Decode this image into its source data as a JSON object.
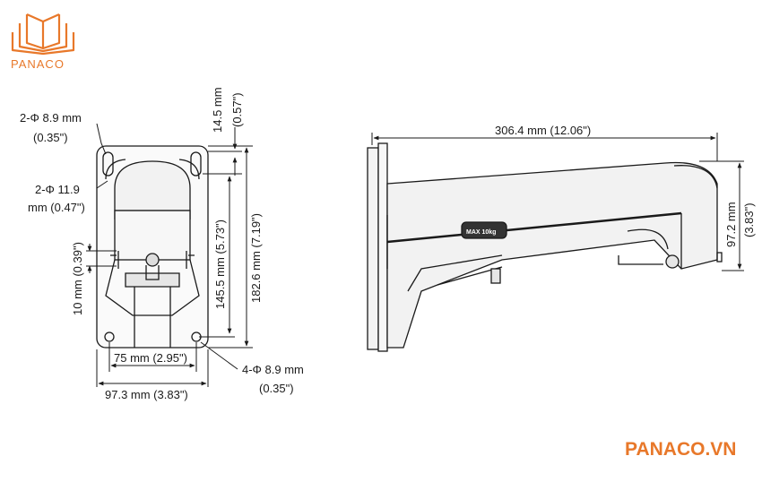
{
  "brand": {
    "logo_text": "PANACO",
    "site_text": "PANACO.VN",
    "color": "#E8782A"
  },
  "colors": {
    "line": "#1a1a1a",
    "fill": "#f2f2f2",
    "dark": "#555555"
  },
  "icons": [
    "book-logo-icon"
  ],
  "front_view": {
    "dims": {
      "top_hole_dia": "2-Φ 8.9 mm",
      "top_hole_dia_in": "(0.35\")",
      "side_hole_dia": "2-Φ 11.9",
      "side_hole_dia_in": "mm (0.47\")",
      "top_offset": "14.5 mm",
      "top_offset_in": "(0.57\")",
      "hole_spacing_v": "145.5 mm (5.73\")",
      "plate_height": "182.6 mm (7.19\")",
      "small_gap": "10 mm (0.39\")",
      "hole_spacing_h": "75 mm (2.95\")",
      "plate_width": "97.3 mm (3.83\")",
      "bottom_hole_dia": "4-Φ 8.9 mm",
      "bottom_hole_dia_in": "(0.35\")"
    }
  },
  "side_view": {
    "dims": {
      "length": "306.4 mm (12.06\")",
      "height": "97.2 mm",
      "height_in": "(3.83\")"
    },
    "label_plate": "MAX 10kg"
  }
}
